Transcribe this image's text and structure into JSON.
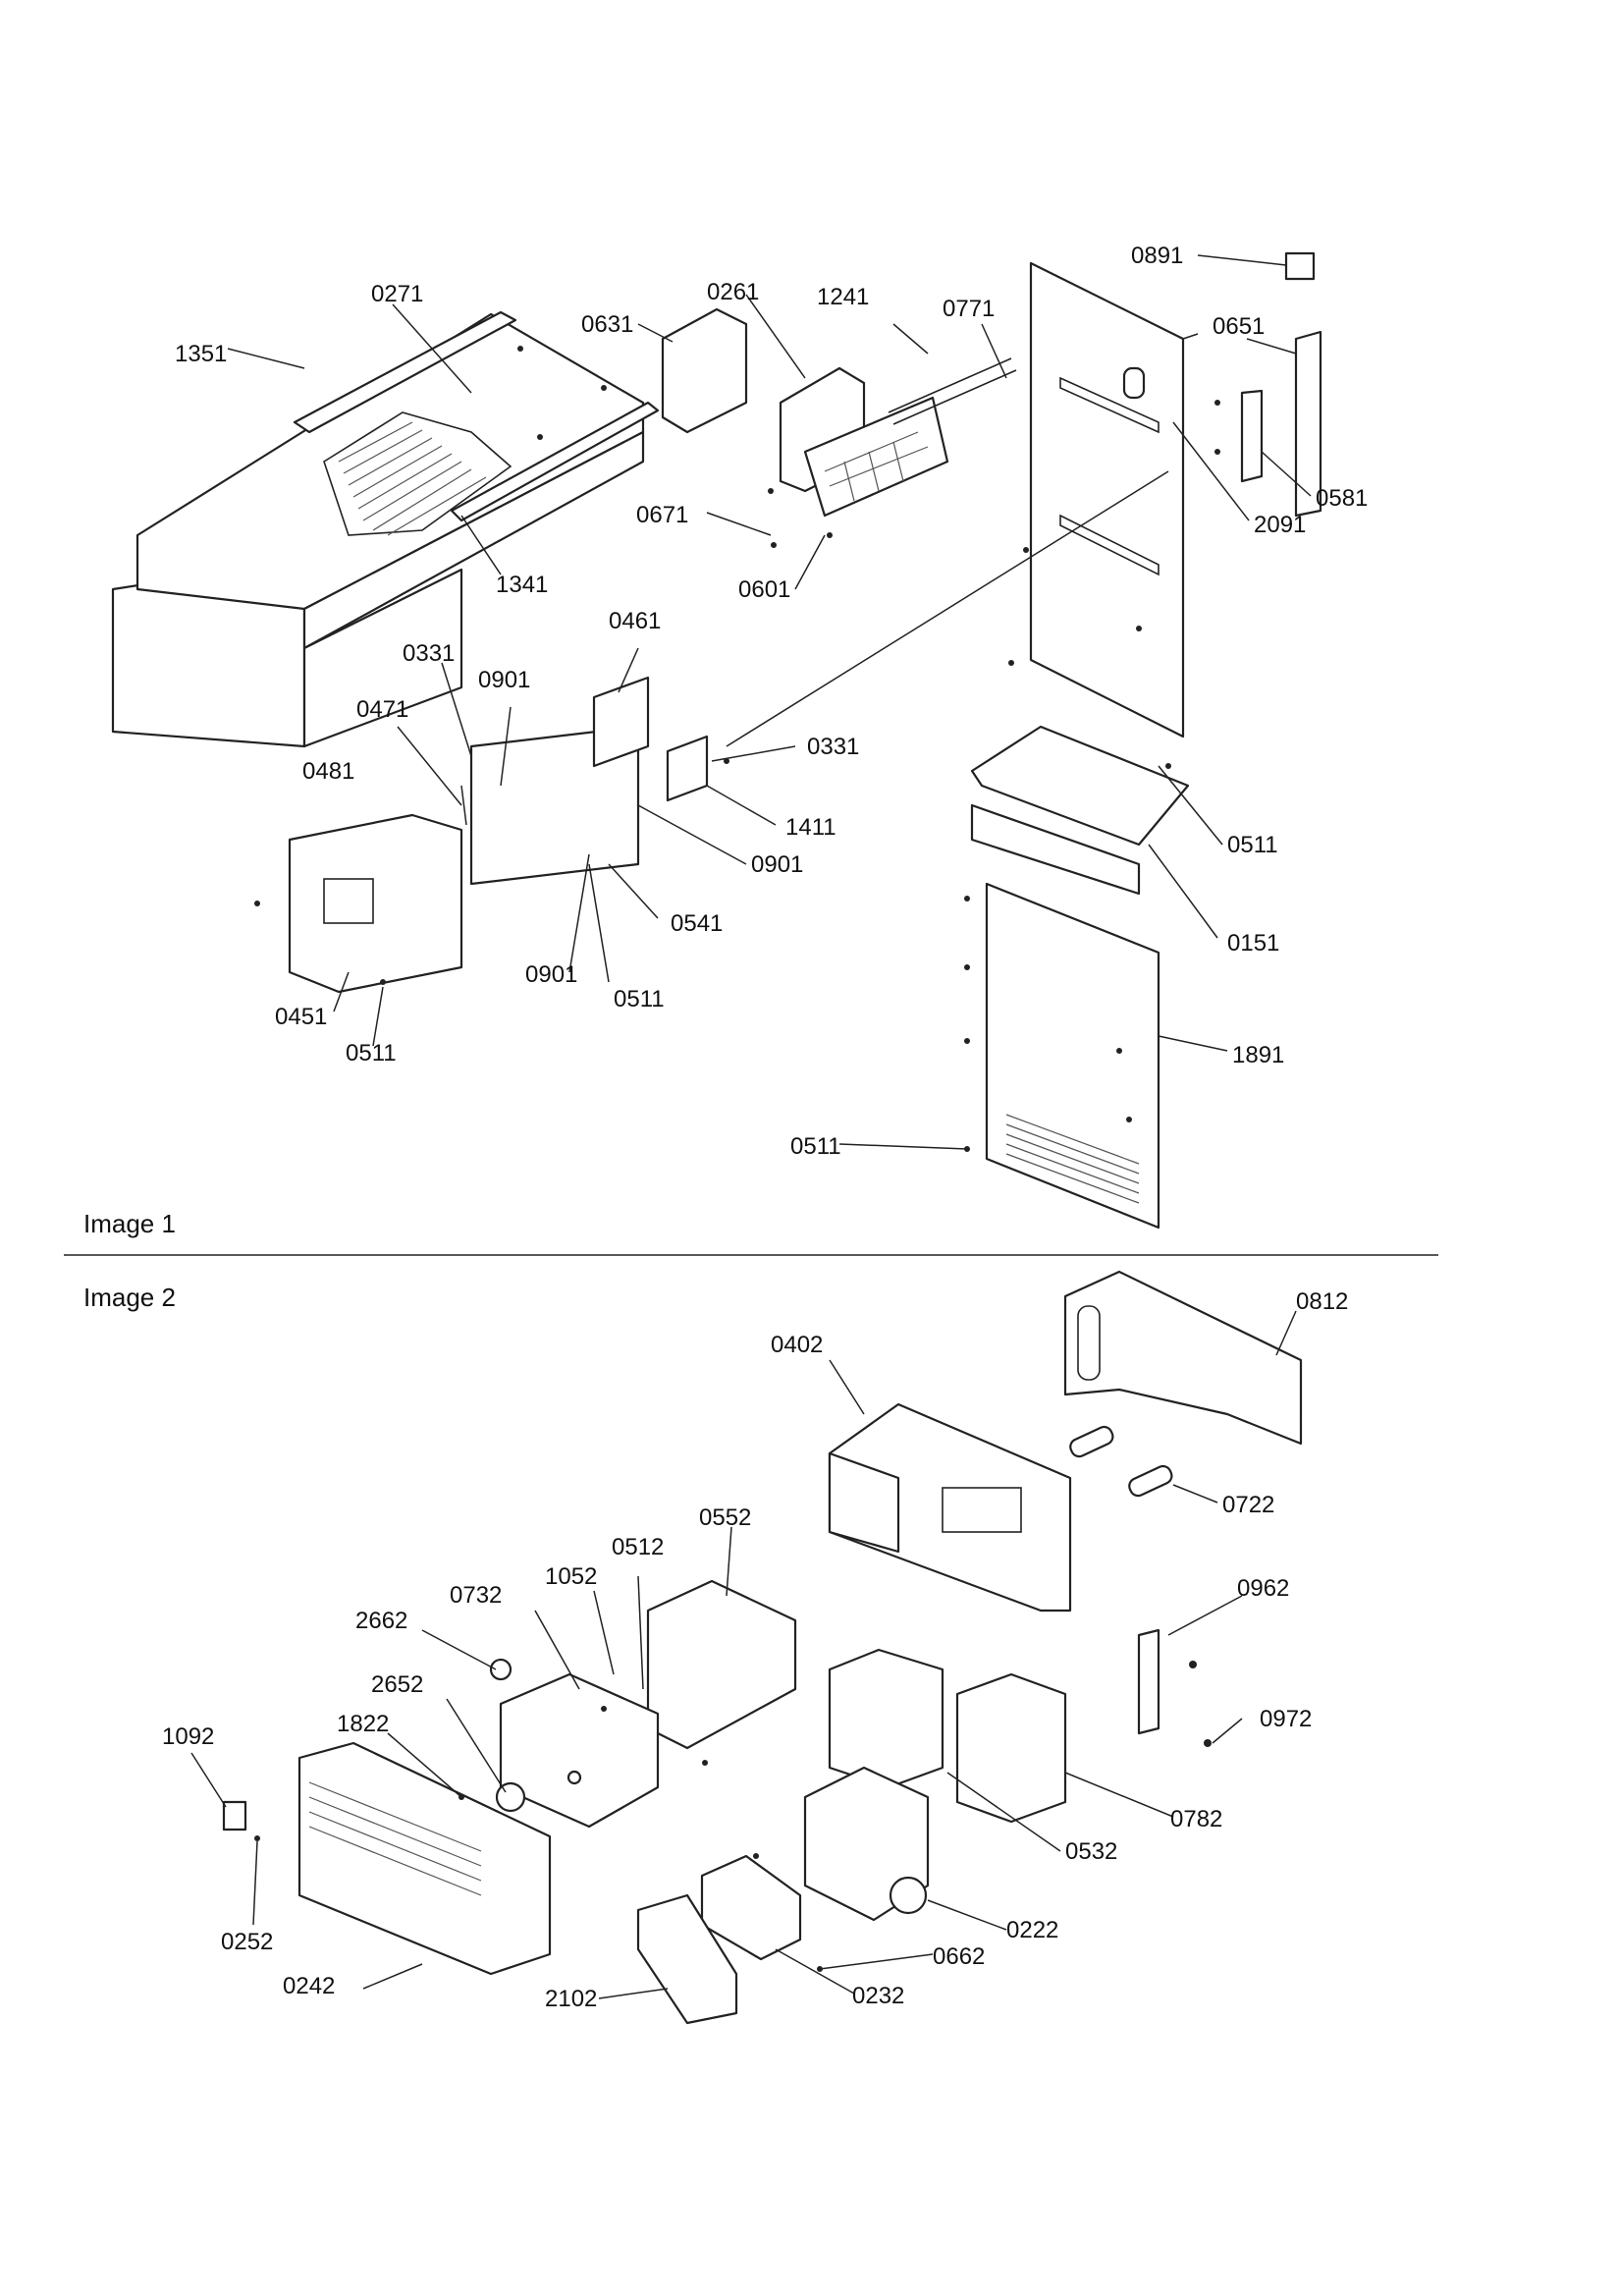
{
  "sections": [
    {
      "title": "Image 1"
    },
    {
      "title": "Image 2"
    }
  ],
  "image1_callouts": [
    "0891",
    "0271",
    "0261",
    "1241",
    "0771",
    "0651",
    "1351",
    "0631",
    "0581",
    "2091",
    "0671",
    "0601",
    "1341",
    "0461",
    "0331",
    "0901",
    "0471",
    "0331",
    "0481",
    "1411",
    "0901",
    "0511",
    "0541",
    "0151",
    "0901",
    "0511",
    "0451",
    "0511",
    "1891",
    "0511"
  ],
  "image2_callouts": [
    "0812",
    "0402",
    "0722",
    "0552",
    "0732",
    "1052",
    "0512",
    "0962",
    "2662",
    "2652",
    "1822",
    "0972",
    "1092",
    "0782",
    "0532",
    "0222",
    "0252",
    "0662",
    "0242",
    "2102",
    "0232"
  ]
}
